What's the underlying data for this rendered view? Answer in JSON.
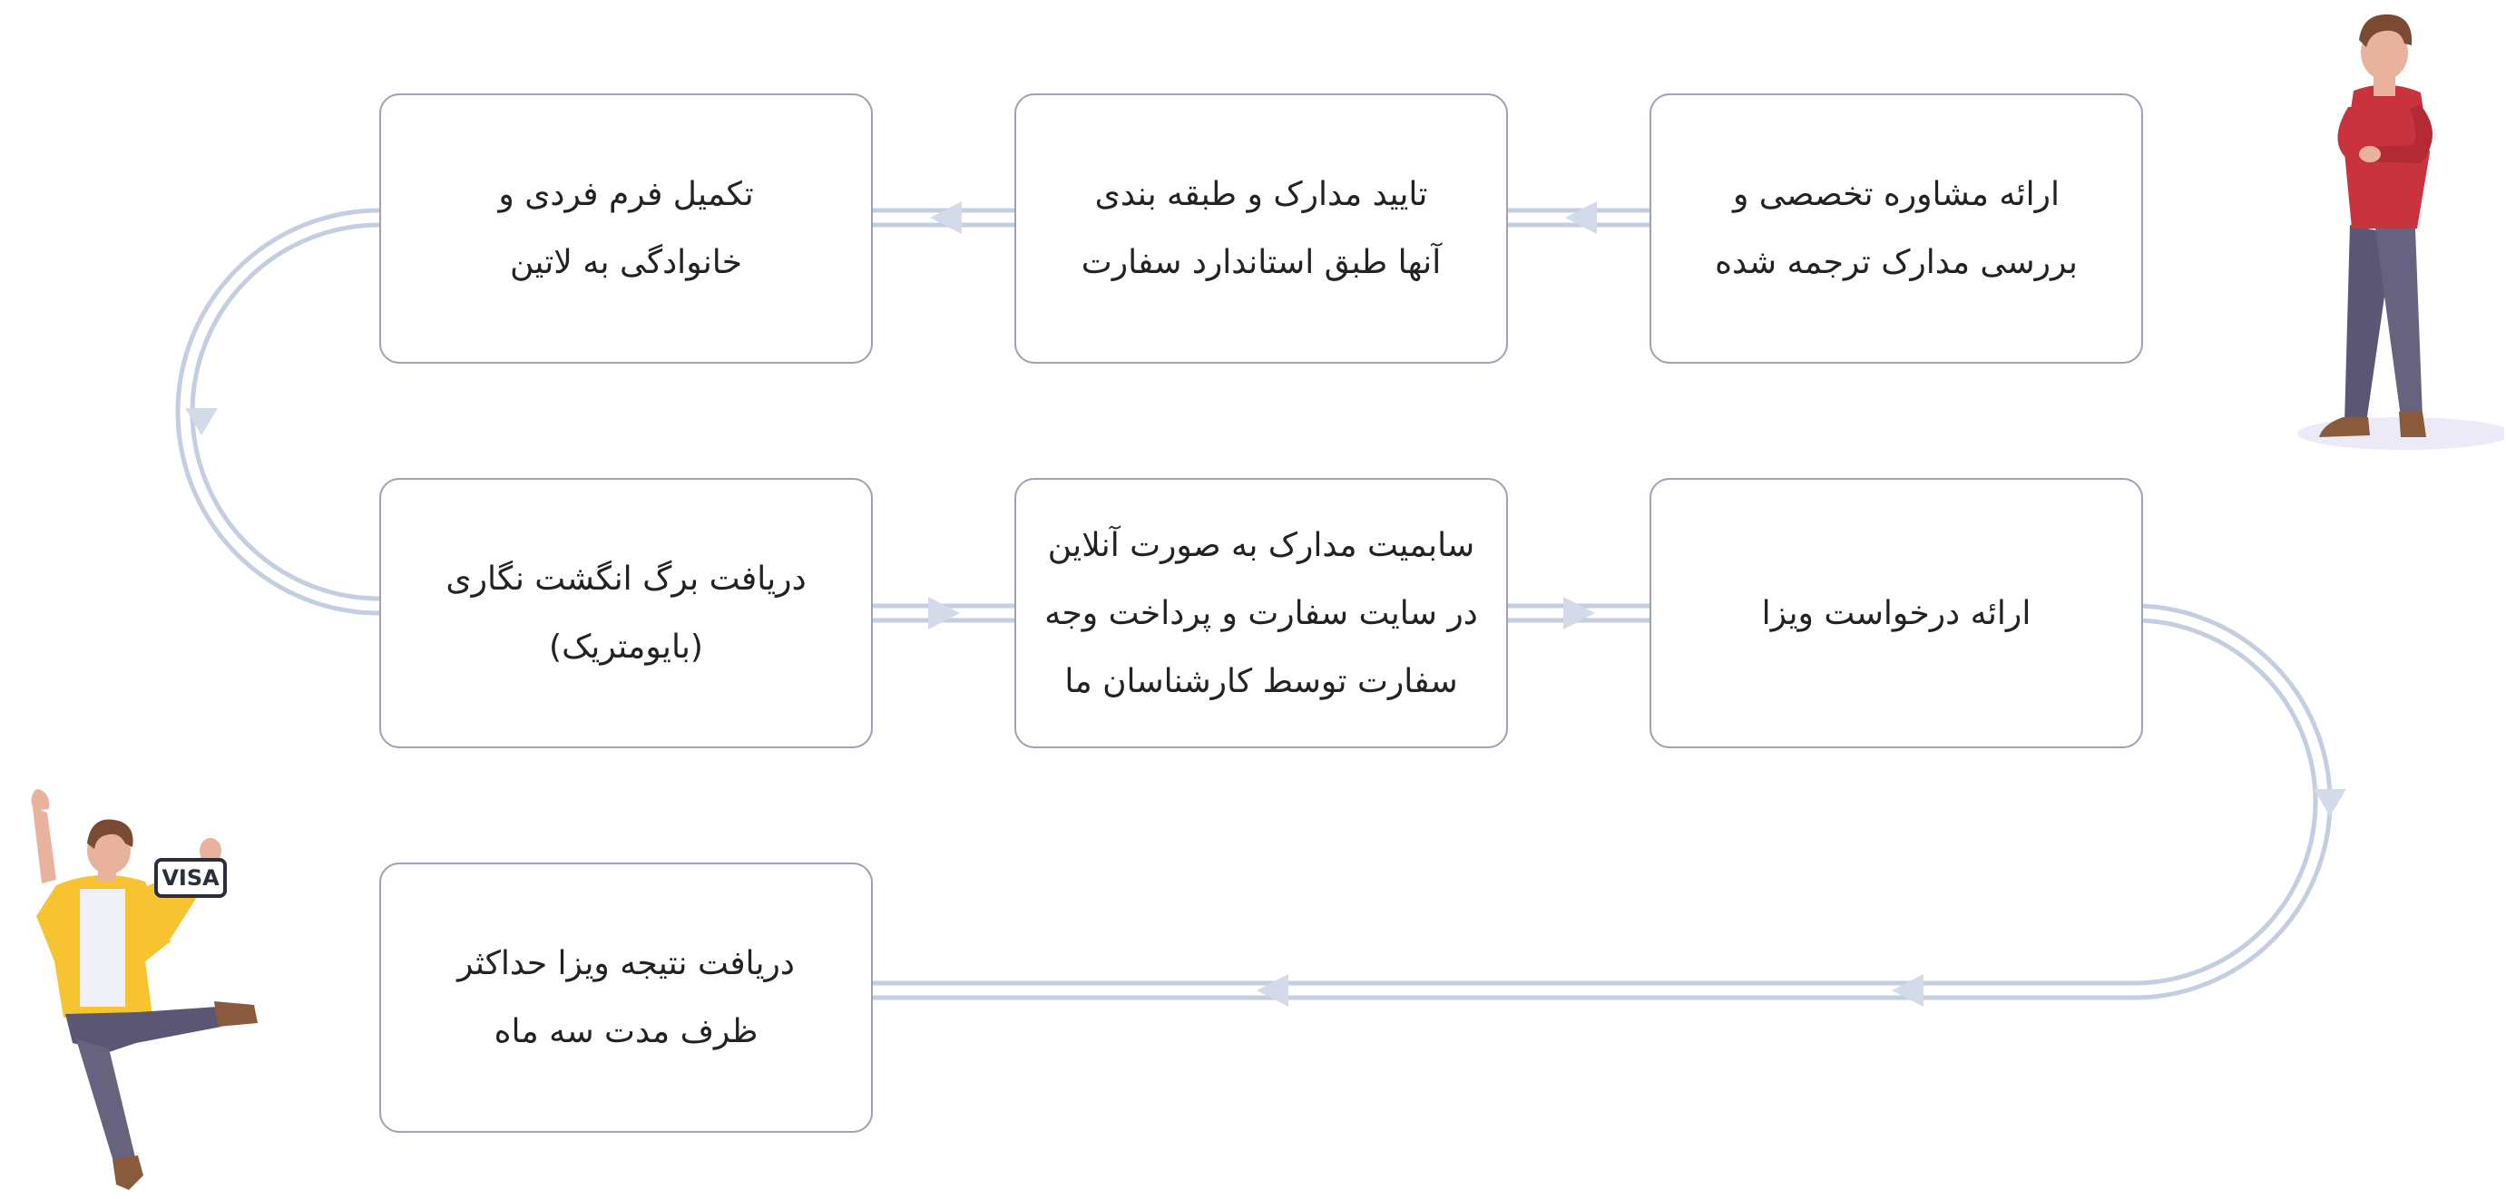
{
  "steps": [
    {
      "lines": [
        "ارائه مشاوره تخصصی و",
        "بررسی مدارک ترجمه شده"
      ]
    },
    {
      "lines": [
        "تایید مدارک و طبقه بندی",
        "آنها طبق استاندارد سفارت"
      ]
    },
    {
      "lines": [
        "تکمیل فرم فردی و",
        "خانوادگی به لاتین"
      ]
    },
    {
      "lines": [
        "دریافت برگ انگشت نگاری",
        "(بایومتریک)"
      ]
    },
    {
      "lines": [
        "سابمیت مدارک به صورت آنلاین",
        "در سایت سفارت و پرداخت وجه",
        "سفارت توسط کارشناسان ما"
      ]
    },
    {
      "lines": [
        "ارائه درخواست ویزا"
      ]
    },
    {
      "lines": [
        "دریافت نتیجه ویزا حداکثر",
        "ظرف مدت سه ماه"
      ]
    }
  ],
  "figures": {
    "visa_card_label": "VISA"
  },
  "colors": {
    "box_border": "#9ea3b4",
    "connector": "#c5cde0",
    "arrow": "#d3dbeb"
  }
}
